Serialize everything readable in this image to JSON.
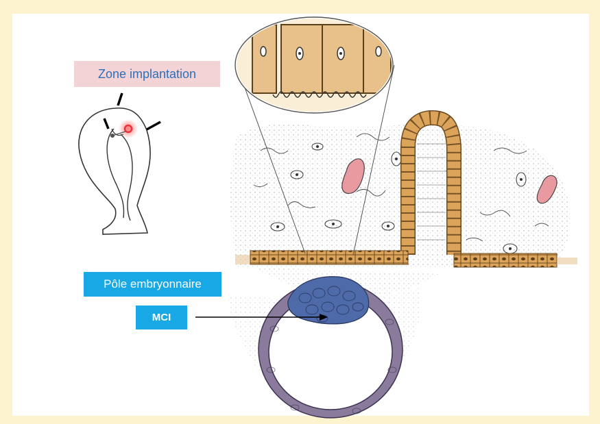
{
  "labels": {
    "zone": "Zone implantation",
    "pole": "Pôle embryonnaire",
    "mci": "MCI"
  },
  "colors": {
    "background": "#fdf3cf",
    "zone_label_bg": "#f3d3d6",
    "zone_label_text": "#2f6fb7",
    "blue_label_bg": "#18a8e6",
    "epithelium": "#d9a15a",
    "blastocyst": "#8a7a9c",
    "inner_cell_mass": "#4f6aa8",
    "vessel": "#e89aa0",
    "implantation_spot": "#e8333a"
  }
}
